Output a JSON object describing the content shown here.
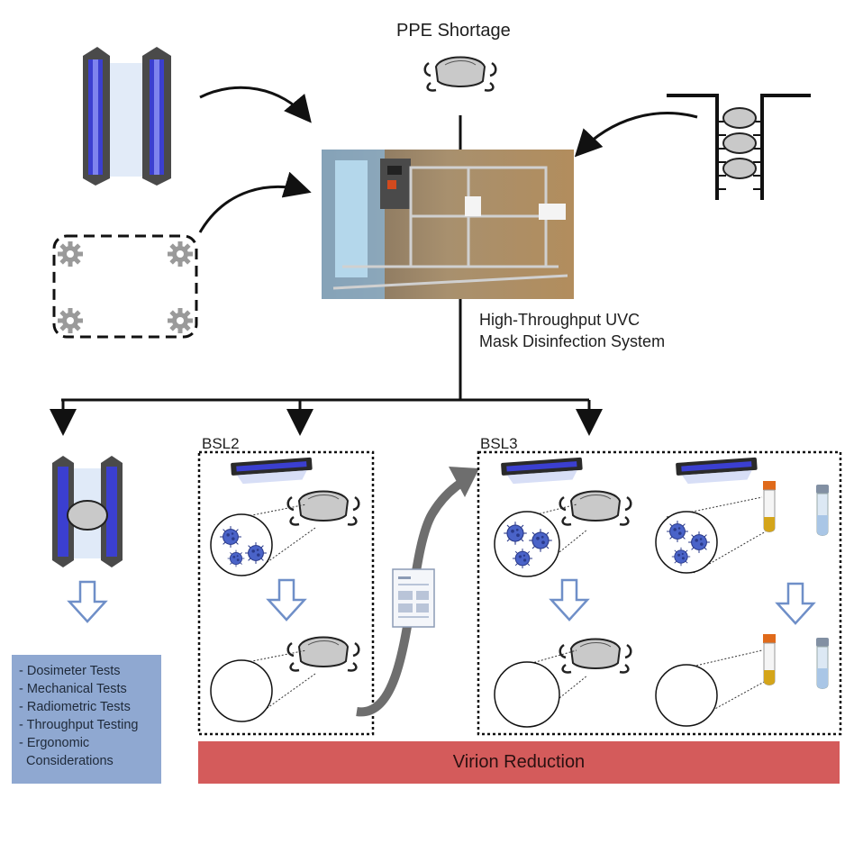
{
  "diagram": {
    "title_top": "PPE Shortage",
    "system_line1": "High-Throughput UVC",
    "system_line2": "Mask Disinfection System",
    "bsl2_label": "BSL2",
    "bsl3_label": "BSL3",
    "tests": [
      "- Dosimeter Tests",
      "- Mechanical Tests",
      "- Radiometric Tests",
      "- Throughput Testing",
      "- Ergonomic",
      "  Considerations"
    ],
    "virion_label": "Virion Reduction"
  },
  "colors": {
    "uv_blue": "#3b3fd0",
    "down_arrow": "#6f8fc8",
    "tests_box": "#8fa8d1",
    "virion_bar": "#d45b5b",
    "virus": "#3a4fb0"
  },
  "icons": [
    "uv-lamp-pair-icon",
    "mask-icon",
    "gear-icon",
    "mask-stack-icon",
    "uv-lamp-bar-icon",
    "virus-magnifier-icon",
    "down-arrow-icon",
    "document-icon",
    "sample-tube-icon"
  ]
}
